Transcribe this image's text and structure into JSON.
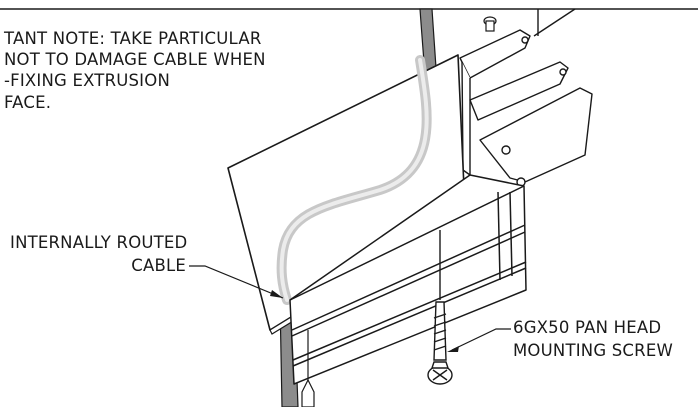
{
  "note": {
    "lines": [
      "TANT NOTE: TAKE PARTICULAR",
      "NOT TO DAMAGE CABLE WHEN",
      "-FIXING EXTRUSION",
      "FACE."
    ]
  },
  "labels": {
    "cable": [
      "INTERNALLY ROUTED",
      "CABLE"
    ],
    "screw": [
      "6GX50 PAN HEAD",
      "MOUNTING SCREW"
    ]
  },
  "colors": {
    "line": "#1a1a1a",
    "cable_fill": "#ffffff",
    "cable_highlight": "#c8c8c8",
    "shade": "#8c8c8c"
  }
}
